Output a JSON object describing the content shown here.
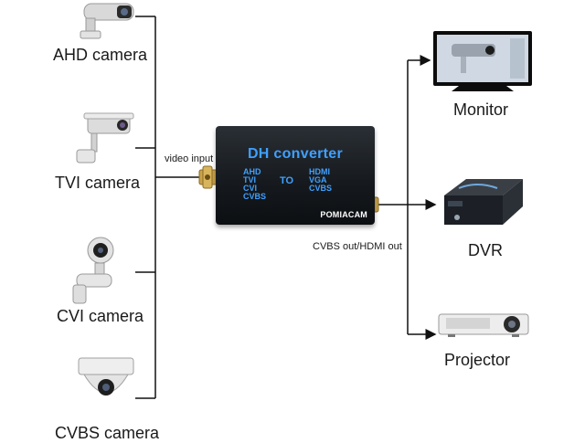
{
  "cameras": [
    {
      "label": "AHD camera",
      "icon": "dome-camera-icon"
    },
    {
      "label": "TVI  camera",
      "icon": "bullet-camera-icon"
    },
    {
      "label": "CVI camera",
      "icon": "bracket-camera-icon"
    },
    {
      "label": "CVBS  camera",
      "icon": "ceiling-dome-camera-icon"
    }
  ],
  "converter": {
    "title": "DH converter",
    "inputs": [
      "AHD",
      "TVI",
      "CVI",
      "CVBS"
    ],
    "connector_word": "TO",
    "outputs": [
      "HDMI",
      "VGA",
      "CVBS"
    ],
    "brand": "POMIACAM"
  },
  "edges": {
    "input_label": "video input",
    "output_label": "CVBS out/HDMI out"
  },
  "outputs": [
    {
      "label": "Monitor",
      "icon": "monitor-icon"
    },
    {
      "label": "DVR",
      "icon": "dvr-icon"
    },
    {
      "label": "Projector",
      "icon": "projector-icon"
    }
  ],
  "colors": {
    "converter_text": "#3fa0ff",
    "converter_body": "#15191d",
    "lines": "#111111"
  }
}
